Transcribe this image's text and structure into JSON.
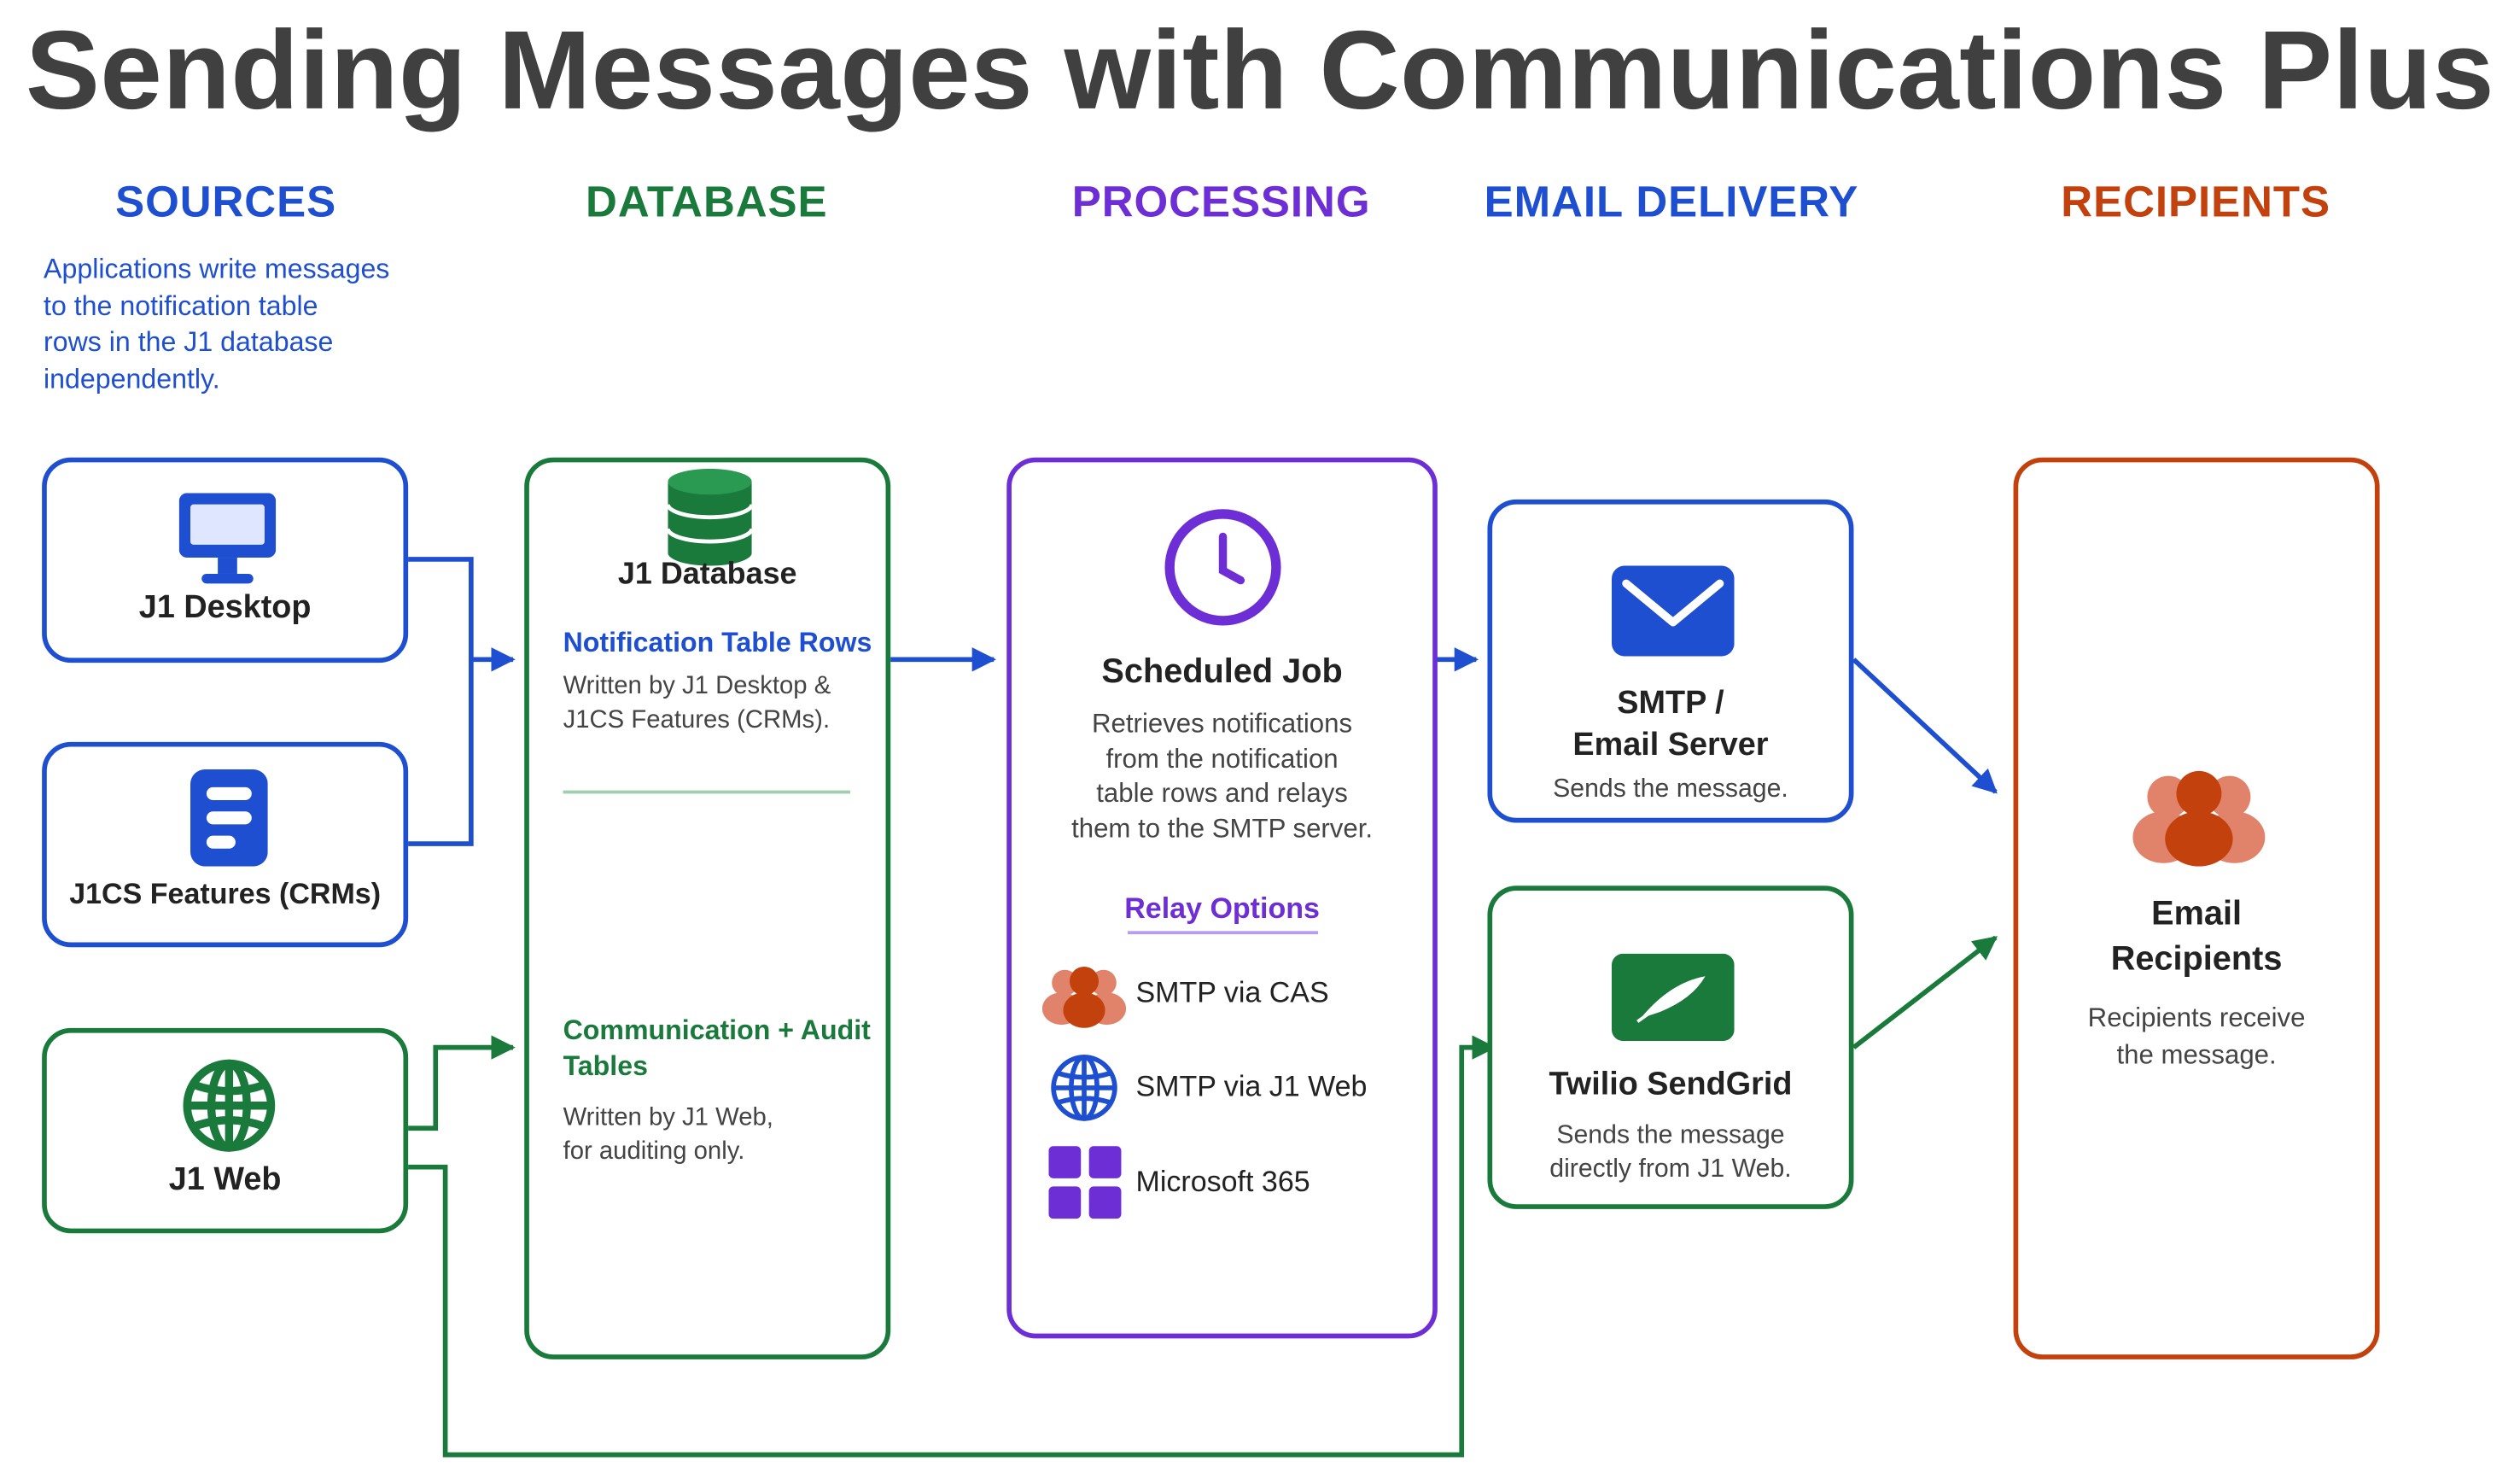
{
  "title": "Sending Messages with Communications Plus",
  "columns": {
    "sources": "SOURCES",
    "database": "DATABASE",
    "processing": "PROCESSING",
    "email_delivery": "EMAIL DELIVERY",
    "recipients": "RECIPIENTS"
  },
  "sources_note": [
    "Applications write messages",
    "to the notification table",
    "rows in the J1 database",
    "independently."
  ],
  "nodes": {
    "j1_desktop": "J1 Desktop",
    "j1cs": "J1CS Features (CRMs)",
    "j1_web": "J1 Web",
    "j1_database": "J1 Database",
    "notification_title": "Notification Table Rows",
    "notification_desc": [
      "Written by J1 Desktop &",
      "J1CS Features (CRMs)."
    ],
    "audit_title": [
      "Communication + Audit",
      "Tables"
    ],
    "audit_desc": [
      "Written by J1 Web,",
      "for auditing only."
    ],
    "scheduled_job": "Scheduled Job",
    "scheduled_desc": [
      "Retrieves notifications",
      "from the notification",
      "table rows and relays",
      "them to the SMTP server."
    ],
    "relay_title": "Relay Options",
    "relay_options": [
      "SMTP via CAS",
      "SMTP via J1 Web",
      "Microsoft 365"
    ],
    "smtp_title": [
      "SMTP /",
      "Email Server"
    ],
    "smtp_desc": "Sends the message.",
    "sendgrid_title": "Twilio SendGrid",
    "sendgrid_desc": [
      "Sends the message",
      "directly from J1 Web."
    ],
    "recipients_title": [
      "Email",
      "Recipients"
    ],
    "recipients_desc": [
      "Recipients receive",
      "the message."
    ]
  },
  "colors": {
    "blue": "#1f4fd1",
    "green": "#1a7a3c",
    "purple": "#6d2ed6",
    "orange": "#c2410c",
    "title": "#404040"
  }
}
